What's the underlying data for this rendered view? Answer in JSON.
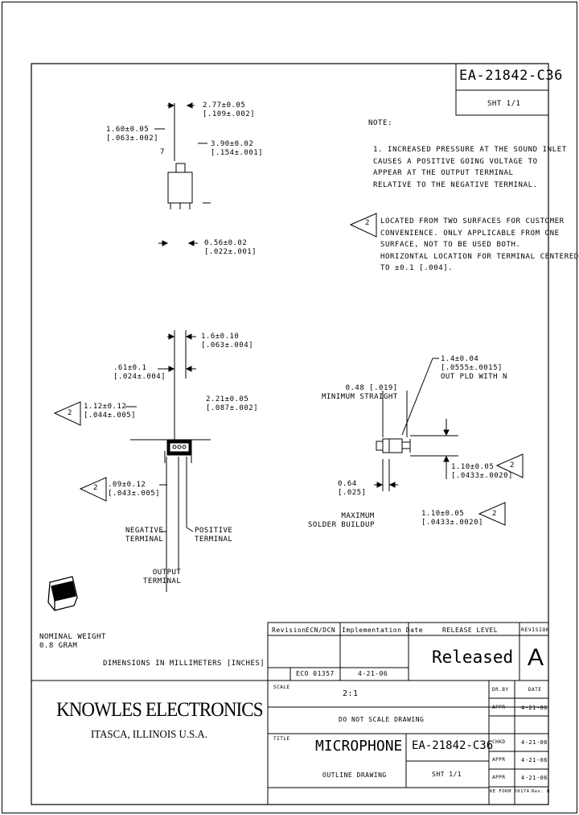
{
  "header": {
    "doc_number": "EA-21842-C36",
    "sheet": "SHT 1/1"
  },
  "notes": {
    "heading": "NOTE:",
    "note1": [
      "1. INCREASED PRESSURE AT THE SOUND INLET",
      "CAUSES A POSITIVE GOING VOLTAGE TO",
      "APPEAR AT THE OUTPUT TERMINAL",
      "RELATIVE TO THE NEGATIVE TERMINAL."
    ],
    "note2_marker": "2",
    "note2": [
      "LOCATED FROM TWO SURFACES FOR CUSTOMER",
      "CONVENIENCE. ONLY APPLICABLE FROM ONE",
      "SURFACE, NOT TO BE USED BOTH.",
      "HORIZONTAL LOCATION FOR TERMINAL CENTERED",
      "TO ±0.1 [.004]."
    ]
  },
  "top_view": {
    "dim_a": [
      "2.77±0.05",
      "[.109±.002]"
    ],
    "dim_b": [
      "1.60±0.05",
      "[.063±.002]"
    ],
    "dim_c": [
      "3.90±0.02",
      "[.154±.001]"
    ],
    "dim_d": [
      "0.56±0.02",
      "[.022±.001]"
    ],
    "label_7": "7"
  },
  "front_view": {
    "dim_a": [
      "1.6±0.10",
      "[.063±.004]"
    ],
    "dim_b": [
      ".61±0.1",
      "[.024±.004]"
    ],
    "dim_c": [
      "1.12±0.12",
      "[.044±.005]"
    ],
    "dim_d": [
      "2.21±0.05",
      "[.087±.002]"
    ],
    "dim_e": [
      ".09±0.12",
      "[.043±.005]"
    ],
    "neg_terminal": [
      "NEGATIVE",
      "TERMINAL"
    ],
    "pos_terminal": [
      "POSITIVE",
      "TERMINAL"
    ],
    "output_terminal": [
      "OUTPUT",
      "TERMINAL"
    ],
    "marker_2a": "2",
    "marker_2b": "2"
  },
  "side_view": {
    "dim_a": [
      "1.4±0.04",
      "[.0555±.0015]"
    ],
    "dim_a_note": "OUT PLD WITH N",
    "dim_b": [
      "0.48 [.019]",
      "MINIMUM STRAIGHT"
    ],
    "dim_c": [
      "1.10±0.05",
      "[.0433±.0020]"
    ],
    "dim_d": [
      "0.64",
      "[.025]"
    ],
    "dim_d_note": [
      "MAXIMUM",
      "SOLDER BUILDUP"
    ],
    "dim_e": [
      "1.10±0.05",
      "[.0433±.0020]"
    ],
    "marker_2c": "2",
    "marker_2d": "2"
  },
  "weight": [
    "NOMINAL WEIGHT",
    "0.8 GRAM"
  ],
  "dimensions_note": "DIMENSIONS IN MILLIMETERS [INCHES]",
  "revision_block": {
    "col_revision": "Revision",
    "col_ecn": "ECN/DCN",
    "col_date": "Implementation Date",
    "col_release": "RELEASE LEVEL",
    "col_rev": "REVISION",
    "rev_value": "A",
    "ecn_value": "ECO 01357",
    "date_value": "4-21-06",
    "released": "Released"
  },
  "company": {
    "name": "KNOWLES ELECTRONICS",
    "location": "ITASCA, ILLINOIS U.S.A."
  },
  "title_block": {
    "scale_label": "SCALE",
    "scale": "2:1",
    "scale_note": "DO NOT SCALE DRAWING",
    "title_label": "TITLE",
    "title": "MICROPHONE",
    "subtitle": "OUTLINE DRAWING",
    "doc_number": "EA-21842-C36",
    "sheet": "SHT 1/1",
    "sign_rows": [
      {
        "label": "DR.BY",
        "date": "DATE"
      },
      {
        "label": "APPR",
        "date": "4-21-06"
      },
      {
        "label": "CHKD",
        "date": "4-21-06"
      },
      {
        "label": "APPR",
        "date": "4-21-06"
      },
      {
        "label": "APPR",
        "date": "4-21-06"
      }
    ],
    "footer_left": "KE FORM 5017A",
    "footer_right": "Rev. B"
  }
}
